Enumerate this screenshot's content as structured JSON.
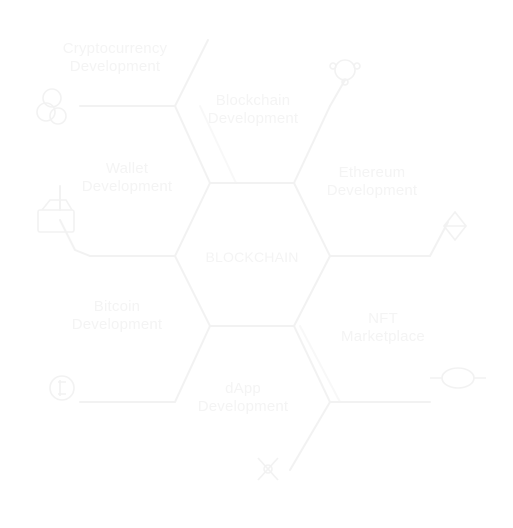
{
  "diagram": {
    "center": "BLOCKCHAIN",
    "segments": [
      {
        "id": "crypto",
        "line1": "Cryptocurrency",
        "line2": "Development",
        "icon": "bitcoin-coins-icon"
      },
      {
        "id": "blockchain",
        "line1": "Blockchain",
        "line2": "Development",
        "icon": "none"
      },
      {
        "id": "ethereum",
        "line1": "Ethereum",
        "line2": "Development",
        "icon": "ethereum-icon"
      },
      {
        "id": "wallet",
        "line1": "Wallet",
        "line2": "Development",
        "icon": "wallet-icon"
      },
      {
        "id": "bitcoin",
        "line1": "Bitcoin",
        "line2": "Development",
        "icon": "bitcoin-coin-icon"
      },
      {
        "id": "nft",
        "line1": "NFT",
        "line2": "Marketplace",
        "icon": "nft-token-icon"
      },
      {
        "id": "dapp",
        "line1": "dApp",
        "line2": "Development",
        "icon": "tools-icon"
      },
      {
        "id": "hyperledger",
        "icon": "network-node-icon"
      }
    ],
    "colors": {
      "line": "#f2f2f2",
      "text": "#f4f4f4",
      "background": "#ffffff"
    }
  }
}
